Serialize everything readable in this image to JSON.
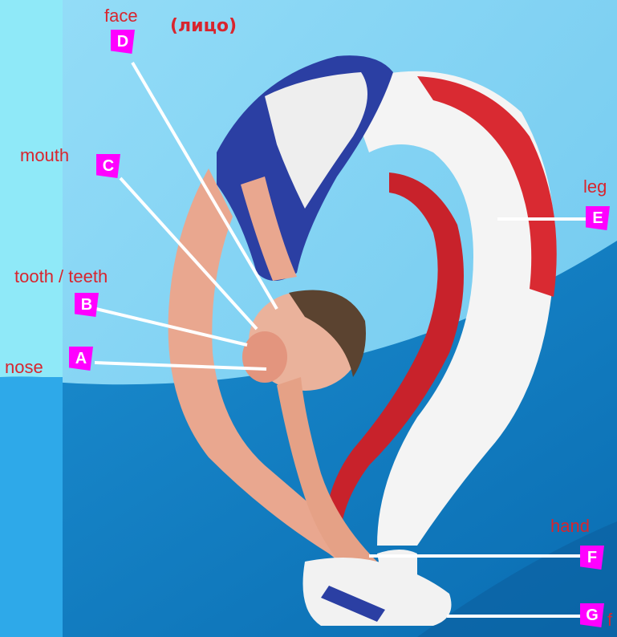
{
  "title_fragment": "(лицо)",
  "labels": {
    "face": {
      "letter": "D",
      "word": "face"
    },
    "mouth": {
      "letter": "C",
      "word": "mouth"
    },
    "leg": {
      "letter": "E",
      "word": "leg"
    },
    "tooth": {
      "letter": "B",
      "word": "tooth / teeth"
    },
    "nose": {
      "letter": "A",
      "word": "nose"
    },
    "hand": {
      "letter": "F",
      "word": "hand"
    },
    "foot": {
      "letter": "G",
      "word": "f"
    }
  },
  "colors": {
    "label_text": "#d8252e",
    "badge": "#ff00ff",
    "pointer_line": "#ffffff"
  }
}
